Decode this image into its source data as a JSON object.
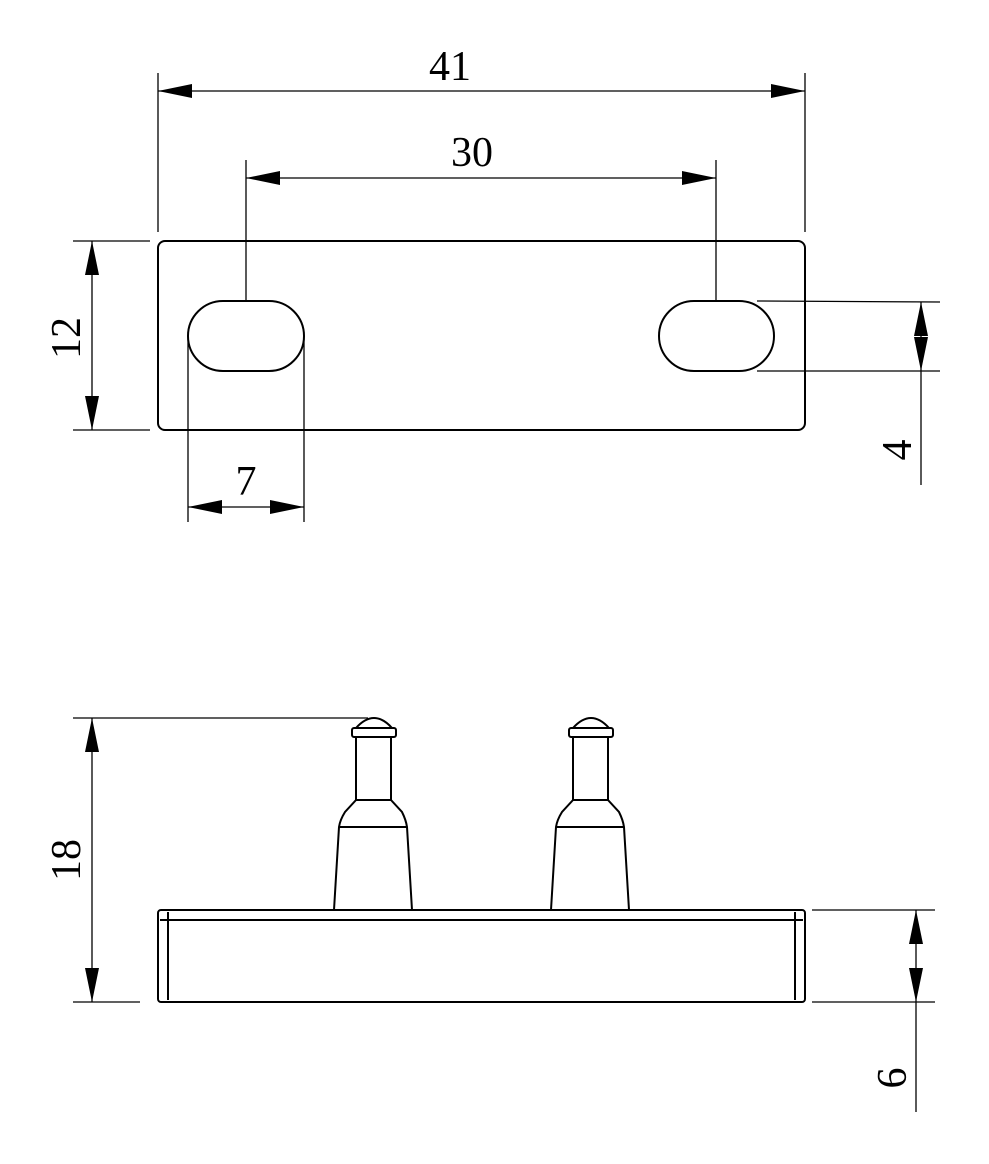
{
  "drawing": {
    "top_view": {
      "dimensions": {
        "overall_length": "41",
        "hole_spacing": "30",
        "width": "12",
        "slot_length": "7",
        "slot_width": "4"
      }
    },
    "side_view": {
      "dimensions": {
        "overall_height": "18",
        "base_thickness": "6"
      }
    },
    "colors": {
      "line": "#000000",
      "background": "#ffffff"
    }
  }
}
